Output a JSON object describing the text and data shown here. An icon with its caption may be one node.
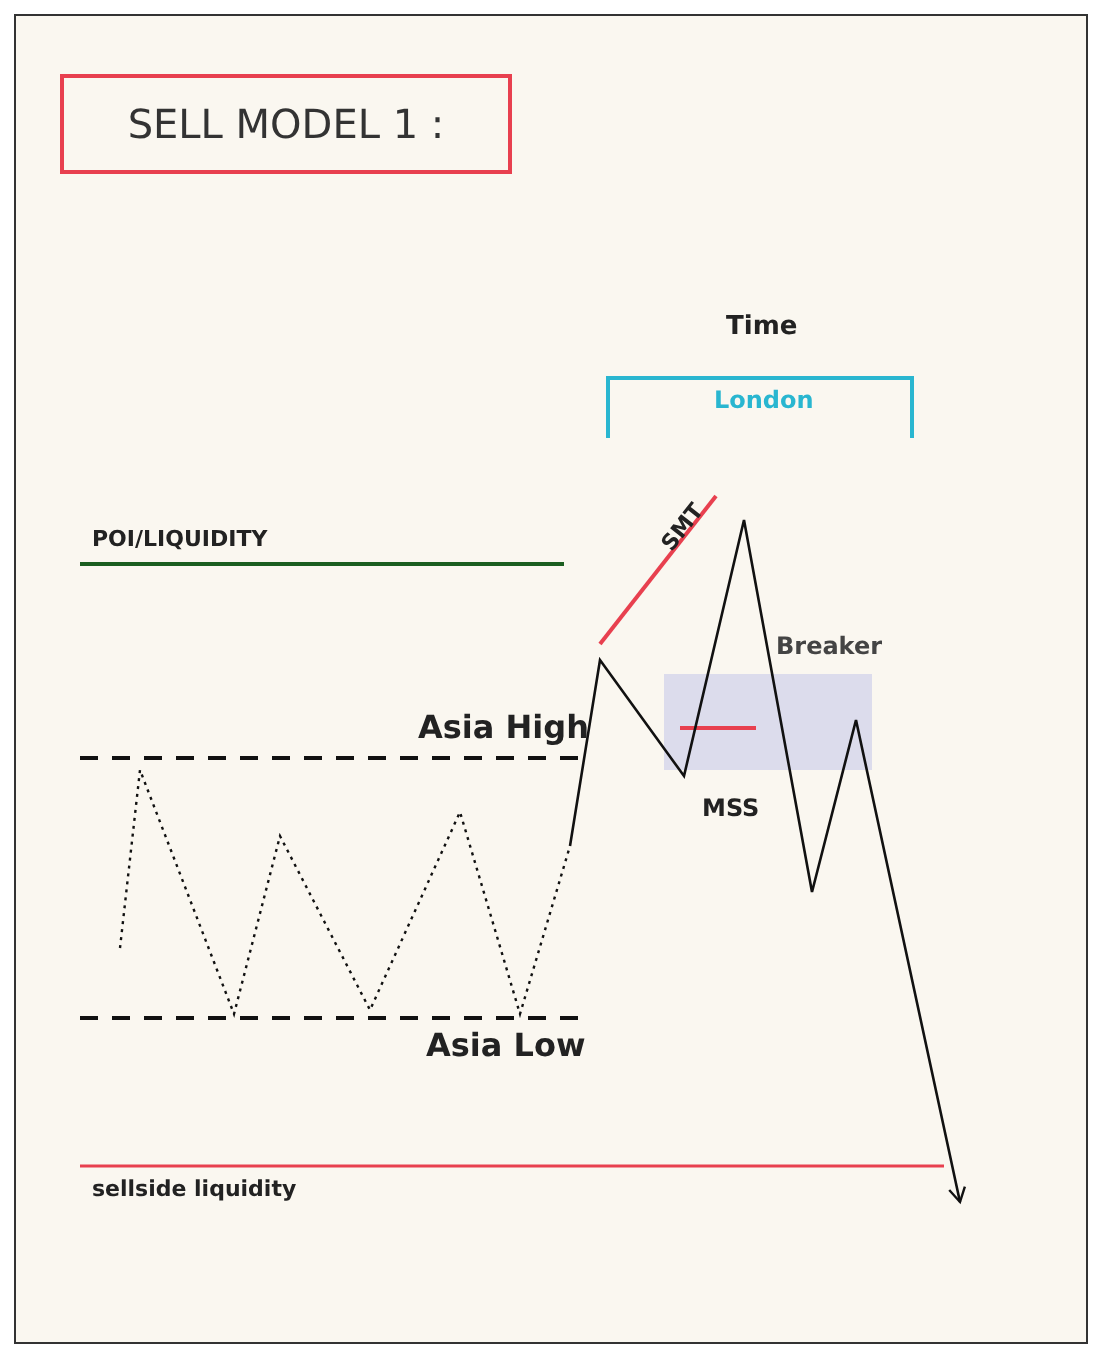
{
  "diagram": {
    "title": "SELL MODEL 1 :",
    "labels": [
      "Time",
      "London",
      "POI/LIQUIDITY",
      "SMT",
      "Breaker",
      "Asia High",
      "MSS",
      "Asia Low",
      "sellside liquidity"
    ]
  }
}
